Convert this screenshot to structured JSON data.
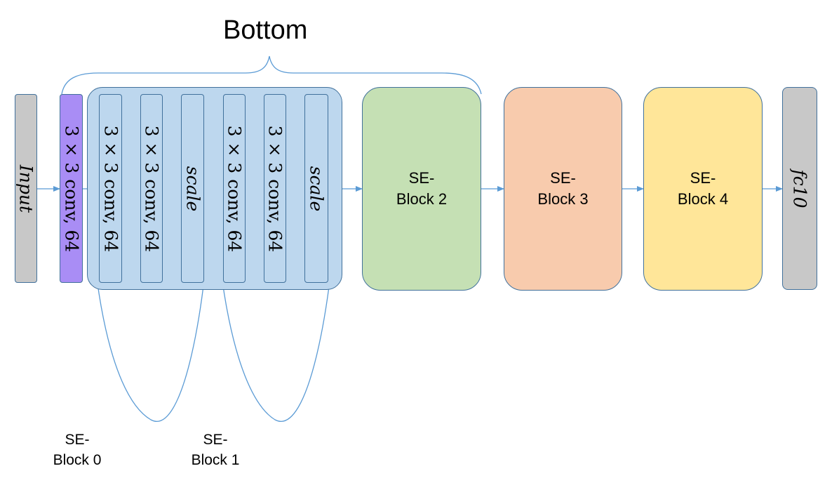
{
  "title": "Bottom",
  "input_label": "Input",
  "stem_conv_label": "3 × 3 conv, 64",
  "se_block_1_layers": [
    "3 × 3 conv, 64",
    "3 × 3 conv, 64",
    "scale",
    "3 × 3 conv, 64",
    "3 × 3 conv, 64",
    "scale"
  ],
  "se_block_2": {
    "line1": "SE-",
    "line2": "Block 2"
  },
  "se_block_3": {
    "line1": "SE-",
    "line2": "Block 3"
  },
  "se_block_4": {
    "line1": "SE-",
    "line2": "Block 4"
  },
  "output_label": "fc10",
  "caption_block_0": {
    "line1": "SE-",
    "line2": "Block 0"
  },
  "caption_block_1": {
    "line1": "SE-",
    "line2": "Block 1"
  },
  "colors": {
    "input_fill": "#c8c8c8",
    "stem_fill": "#a98df5",
    "container_fill": "#bdd7ee",
    "layer_fill": "#bdd7ee",
    "block2_fill": "#c5e0b4",
    "block3_fill": "#f8cbad",
    "block4_fill": "#ffe699",
    "output_fill": "#c8c8c8",
    "stroke": "#41719c",
    "arrow": "#5b9bd5"
  }
}
